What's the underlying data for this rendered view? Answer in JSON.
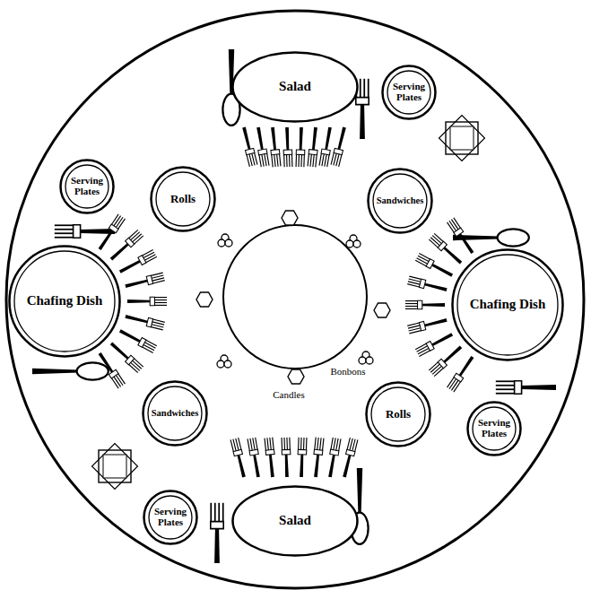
{
  "diagram": {
    "nodes": [
      {
        "text": [
          "Salad"
        ]
      },
      {
        "text": [
          "Serving Plates"
        ]
      },
      {
        "text": [
          "Serving Plates"
        ]
      },
      {
        "text": [
          "Rolls"
        ]
      },
      {
        "text": [
          "Sandwiches"
        ]
      },
      {
        "text": [
          "Chafing Dish"
        ]
      },
      {
        "text": [
          "Chafing Dish"
        ]
      },
      {
        "text": [
          "Sandwiches"
        ]
      },
      {
        "text": [
          "Rolls"
        ]
      },
      {
        "text": [
          "Serving Plates"
        ]
      },
      {
        "text": [
          "Serving Plates"
        ]
      },
      {
        "text": [
          "Salad"
        ]
      }
    ],
    "labels": [
      "Bonbons",
      "Candles"
    ]
  }
}
